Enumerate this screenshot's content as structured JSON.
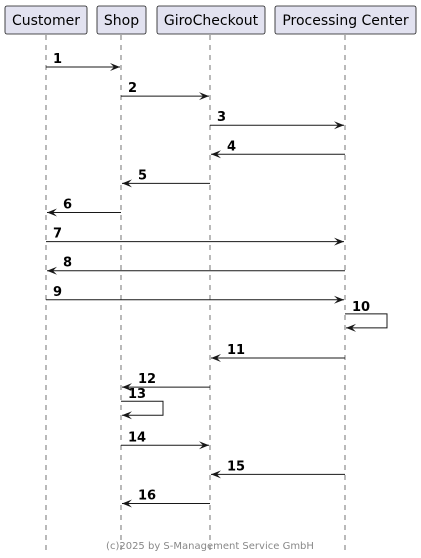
{
  "participants": [
    {
      "id": "customer",
      "label": "Customer"
    },
    {
      "id": "shop",
      "label": "Shop"
    },
    {
      "id": "girocheckout",
      "label": "GiroCheckout"
    },
    {
      "id": "processing",
      "label": "Processing Center"
    }
  ],
  "messages": [
    {
      "label": "1",
      "from": "customer",
      "to": "shop"
    },
    {
      "label": "2",
      "from": "shop",
      "to": "girocheckout"
    },
    {
      "label": "3",
      "from": "girocheckout",
      "to": "processing"
    },
    {
      "label": "4",
      "from": "processing",
      "to": "girocheckout"
    },
    {
      "label": "5",
      "from": "girocheckout",
      "to": "shop"
    },
    {
      "label": "6",
      "from": "shop",
      "to": "customer"
    },
    {
      "label": "7",
      "from": "customer",
      "to": "processing"
    },
    {
      "label": "8",
      "from": "processing",
      "to": "customer"
    },
    {
      "label": "9",
      "from": "customer",
      "to": "processing"
    },
    {
      "label": "10",
      "from": "processing",
      "to": "processing"
    },
    {
      "label": "11",
      "from": "processing",
      "to": "girocheckout"
    },
    {
      "label": "12",
      "from": "girocheckout",
      "to": "shop"
    },
    {
      "label": "13",
      "from": "shop",
      "to": "shop"
    },
    {
      "label": "14",
      "from": "shop",
      "to": "girocheckout"
    },
    {
      "label": "15",
      "from": "processing",
      "to": "girocheckout"
    },
    {
      "label": "16",
      "from": "girocheckout",
      "to": "shop"
    }
  ],
  "footer": "(c)2025 by S-Management Service GmbH"
}
